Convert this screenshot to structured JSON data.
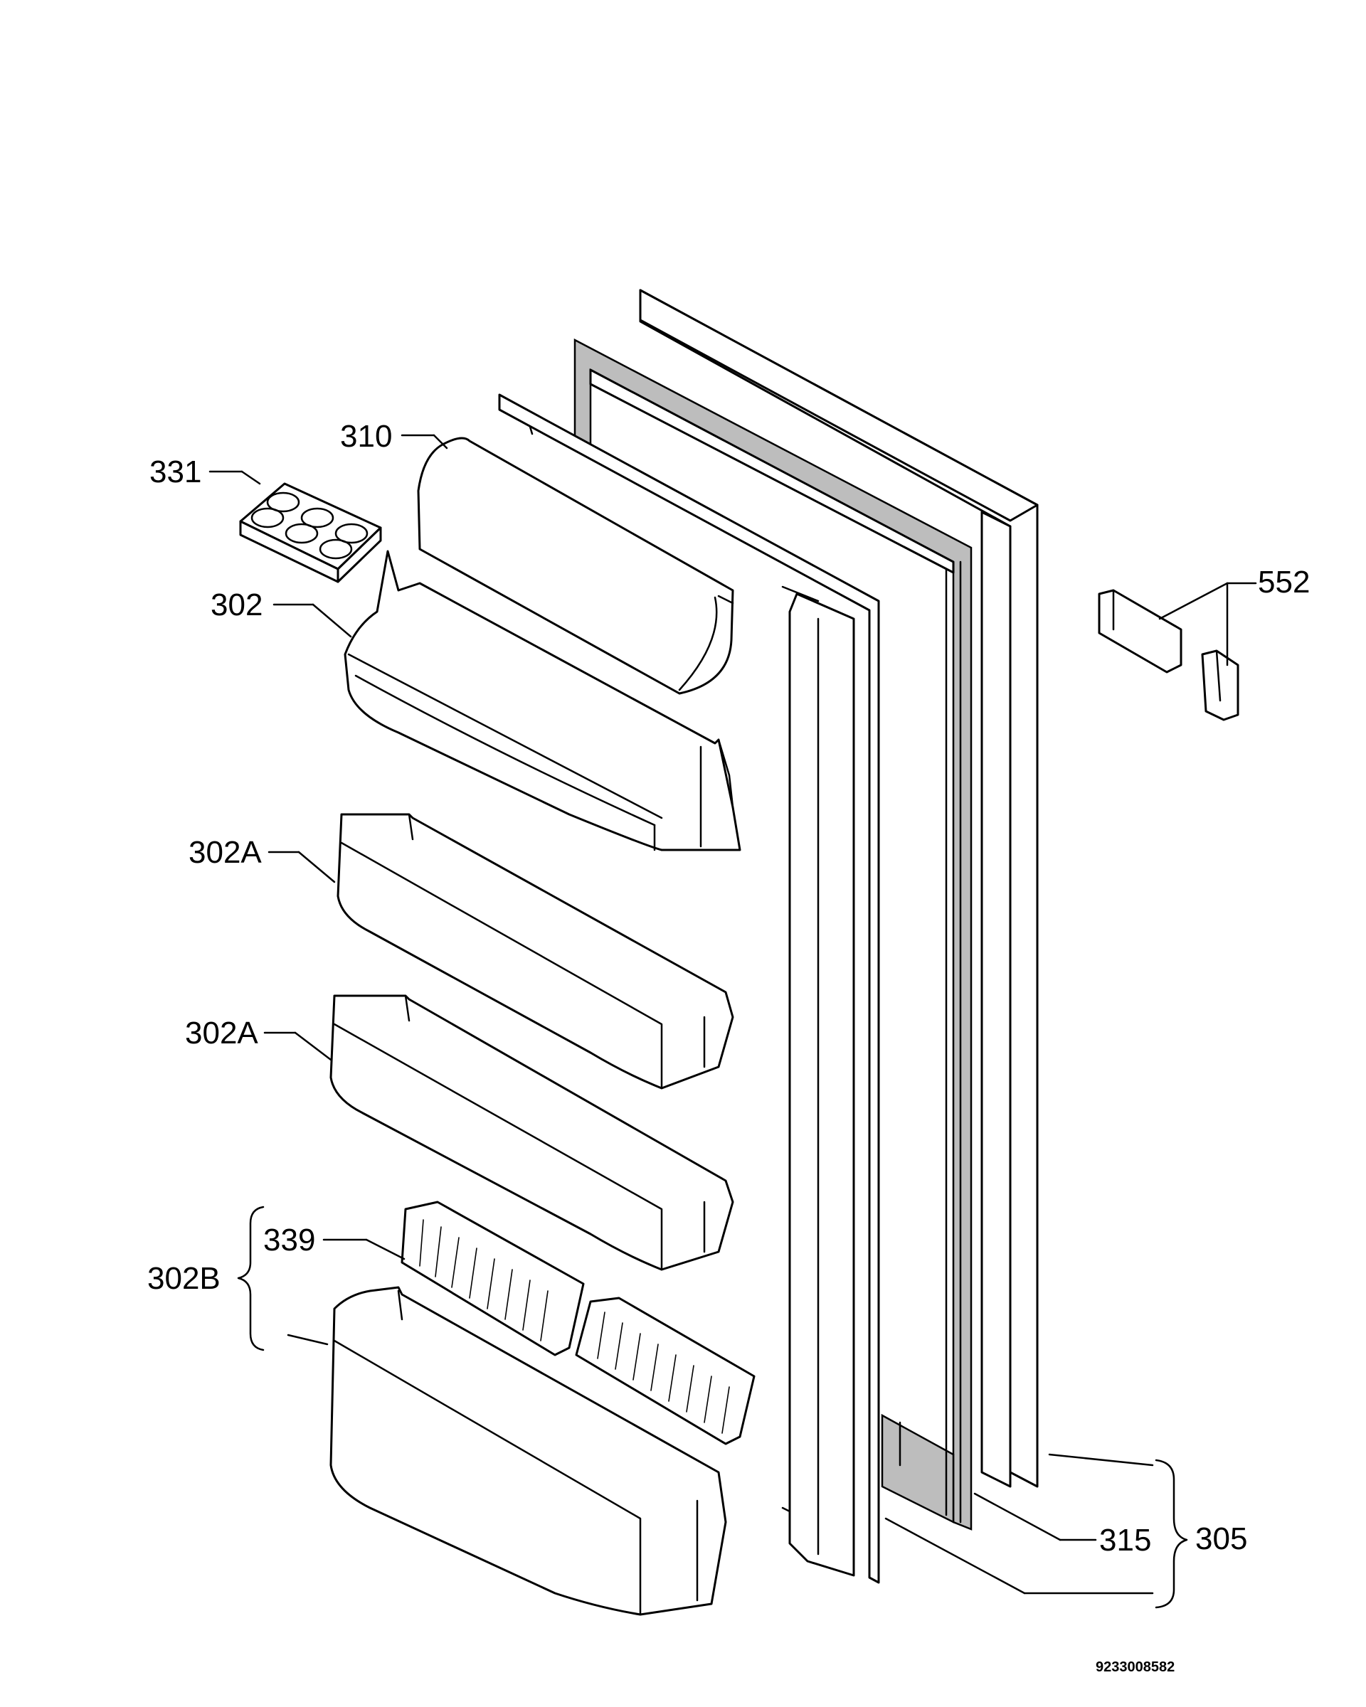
{
  "diagram": {
    "labels": {
      "p331": "331",
      "p310": "310",
      "p302": "302",
      "p302a_1": "302A",
      "p302a_2": "302A",
      "p339": "339",
      "p302b": "302B",
      "p552": "552",
      "p315": "315",
      "p305": "305"
    },
    "drawing_code": "9233008582"
  }
}
